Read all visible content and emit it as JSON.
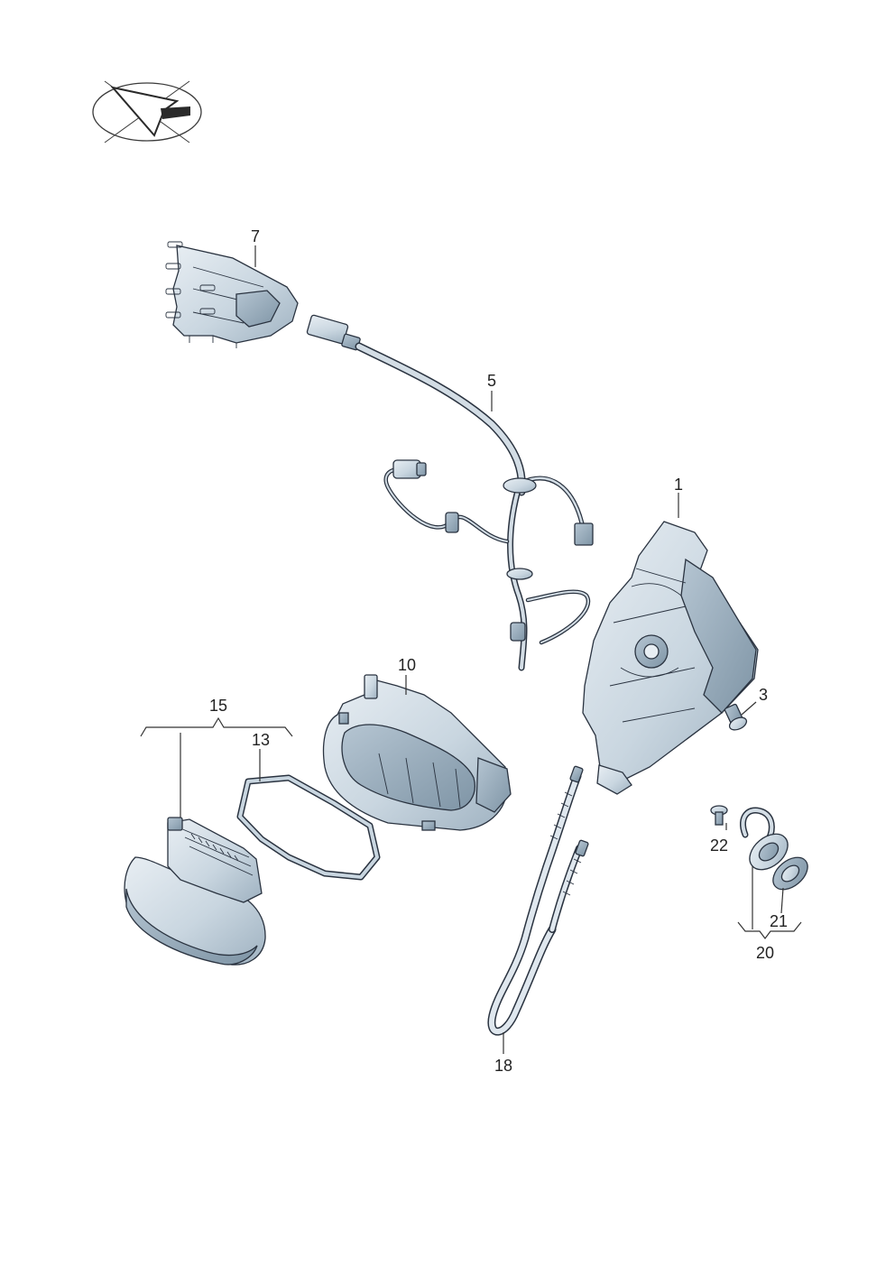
{
  "colors": {
    "part_fill": "#c9d6e0",
    "part_shadow": "#9fb2c1",
    "part_highlight": "#e8eef3",
    "outline": "#2a3340"
  },
  "icons": {
    "orientation": "orientation-arrow-icon"
  },
  "callouts": [
    {
      "id": "p1",
      "number": "1"
    },
    {
      "id": "p3",
      "number": "3"
    },
    {
      "id": "p5",
      "number": "5"
    },
    {
      "id": "p7",
      "number": "7"
    },
    {
      "id": "p10",
      "number": "10"
    },
    {
      "id": "p13",
      "number": "13"
    },
    {
      "id": "p15",
      "number": "15"
    },
    {
      "id": "p18",
      "number": "18"
    },
    {
      "id": "p20",
      "number": "20"
    },
    {
      "id": "p21",
      "number": "21"
    },
    {
      "id": "p22",
      "number": "22"
    }
  ]
}
